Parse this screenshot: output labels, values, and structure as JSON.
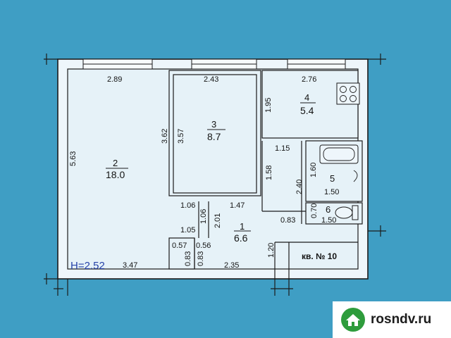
{
  "plan": {
    "ceiling_height": "H=2.52",
    "apartment_label": "кв. № 10",
    "rooms": [
      {
        "number": "1",
        "area": "6.6"
      },
      {
        "number": "2",
        "area": "18.0"
      },
      {
        "number": "3",
        "area": "8.7"
      },
      {
        "number": "4",
        "area": "5.4"
      },
      {
        "number": "5",
        "area": ""
      },
      {
        "number": "6",
        "area": ""
      }
    ],
    "dimensions": {
      "room2_top": "2.89",
      "room3_top": "2.43",
      "room4_top": "2.76",
      "room2_left": "5.63",
      "room3_left_a": "3.62",
      "room3_left_b": "3.57",
      "room4_left": "1.95",
      "bath_top": "1.15",
      "bath_right": "1.60",
      "bath_bottom": "1.50",
      "corridor_left": "1.58",
      "corridor_right": "2.40",
      "wc_bottom": "1.50",
      "wc_left": "0.70",
      "corridor_a": "0.83",
      "room3_bottom_a": "1.06",
      "room3_bottom_b": "1.47",
      "nook_side": "1.06",
      "nook_bottom": "1.05",
      "hall_side": "2.01",
      "entry_a": "0.57",
      "entry_b": "0.56",
      "entry_c": "0.83",
      "entry_d": "0.83",
      "room2_bottom": "3.47",
      "hall_bottom": "2.35",
      "entry_side": "1.20"
    }
  },
  "logo": {
    "text": "rosndv.ru"
  },
  "colors": {
    "background": "#3f9ec4",
    "paper": "#eef6fb",
    "logo_green": "#2e9c3c"
  }
}
